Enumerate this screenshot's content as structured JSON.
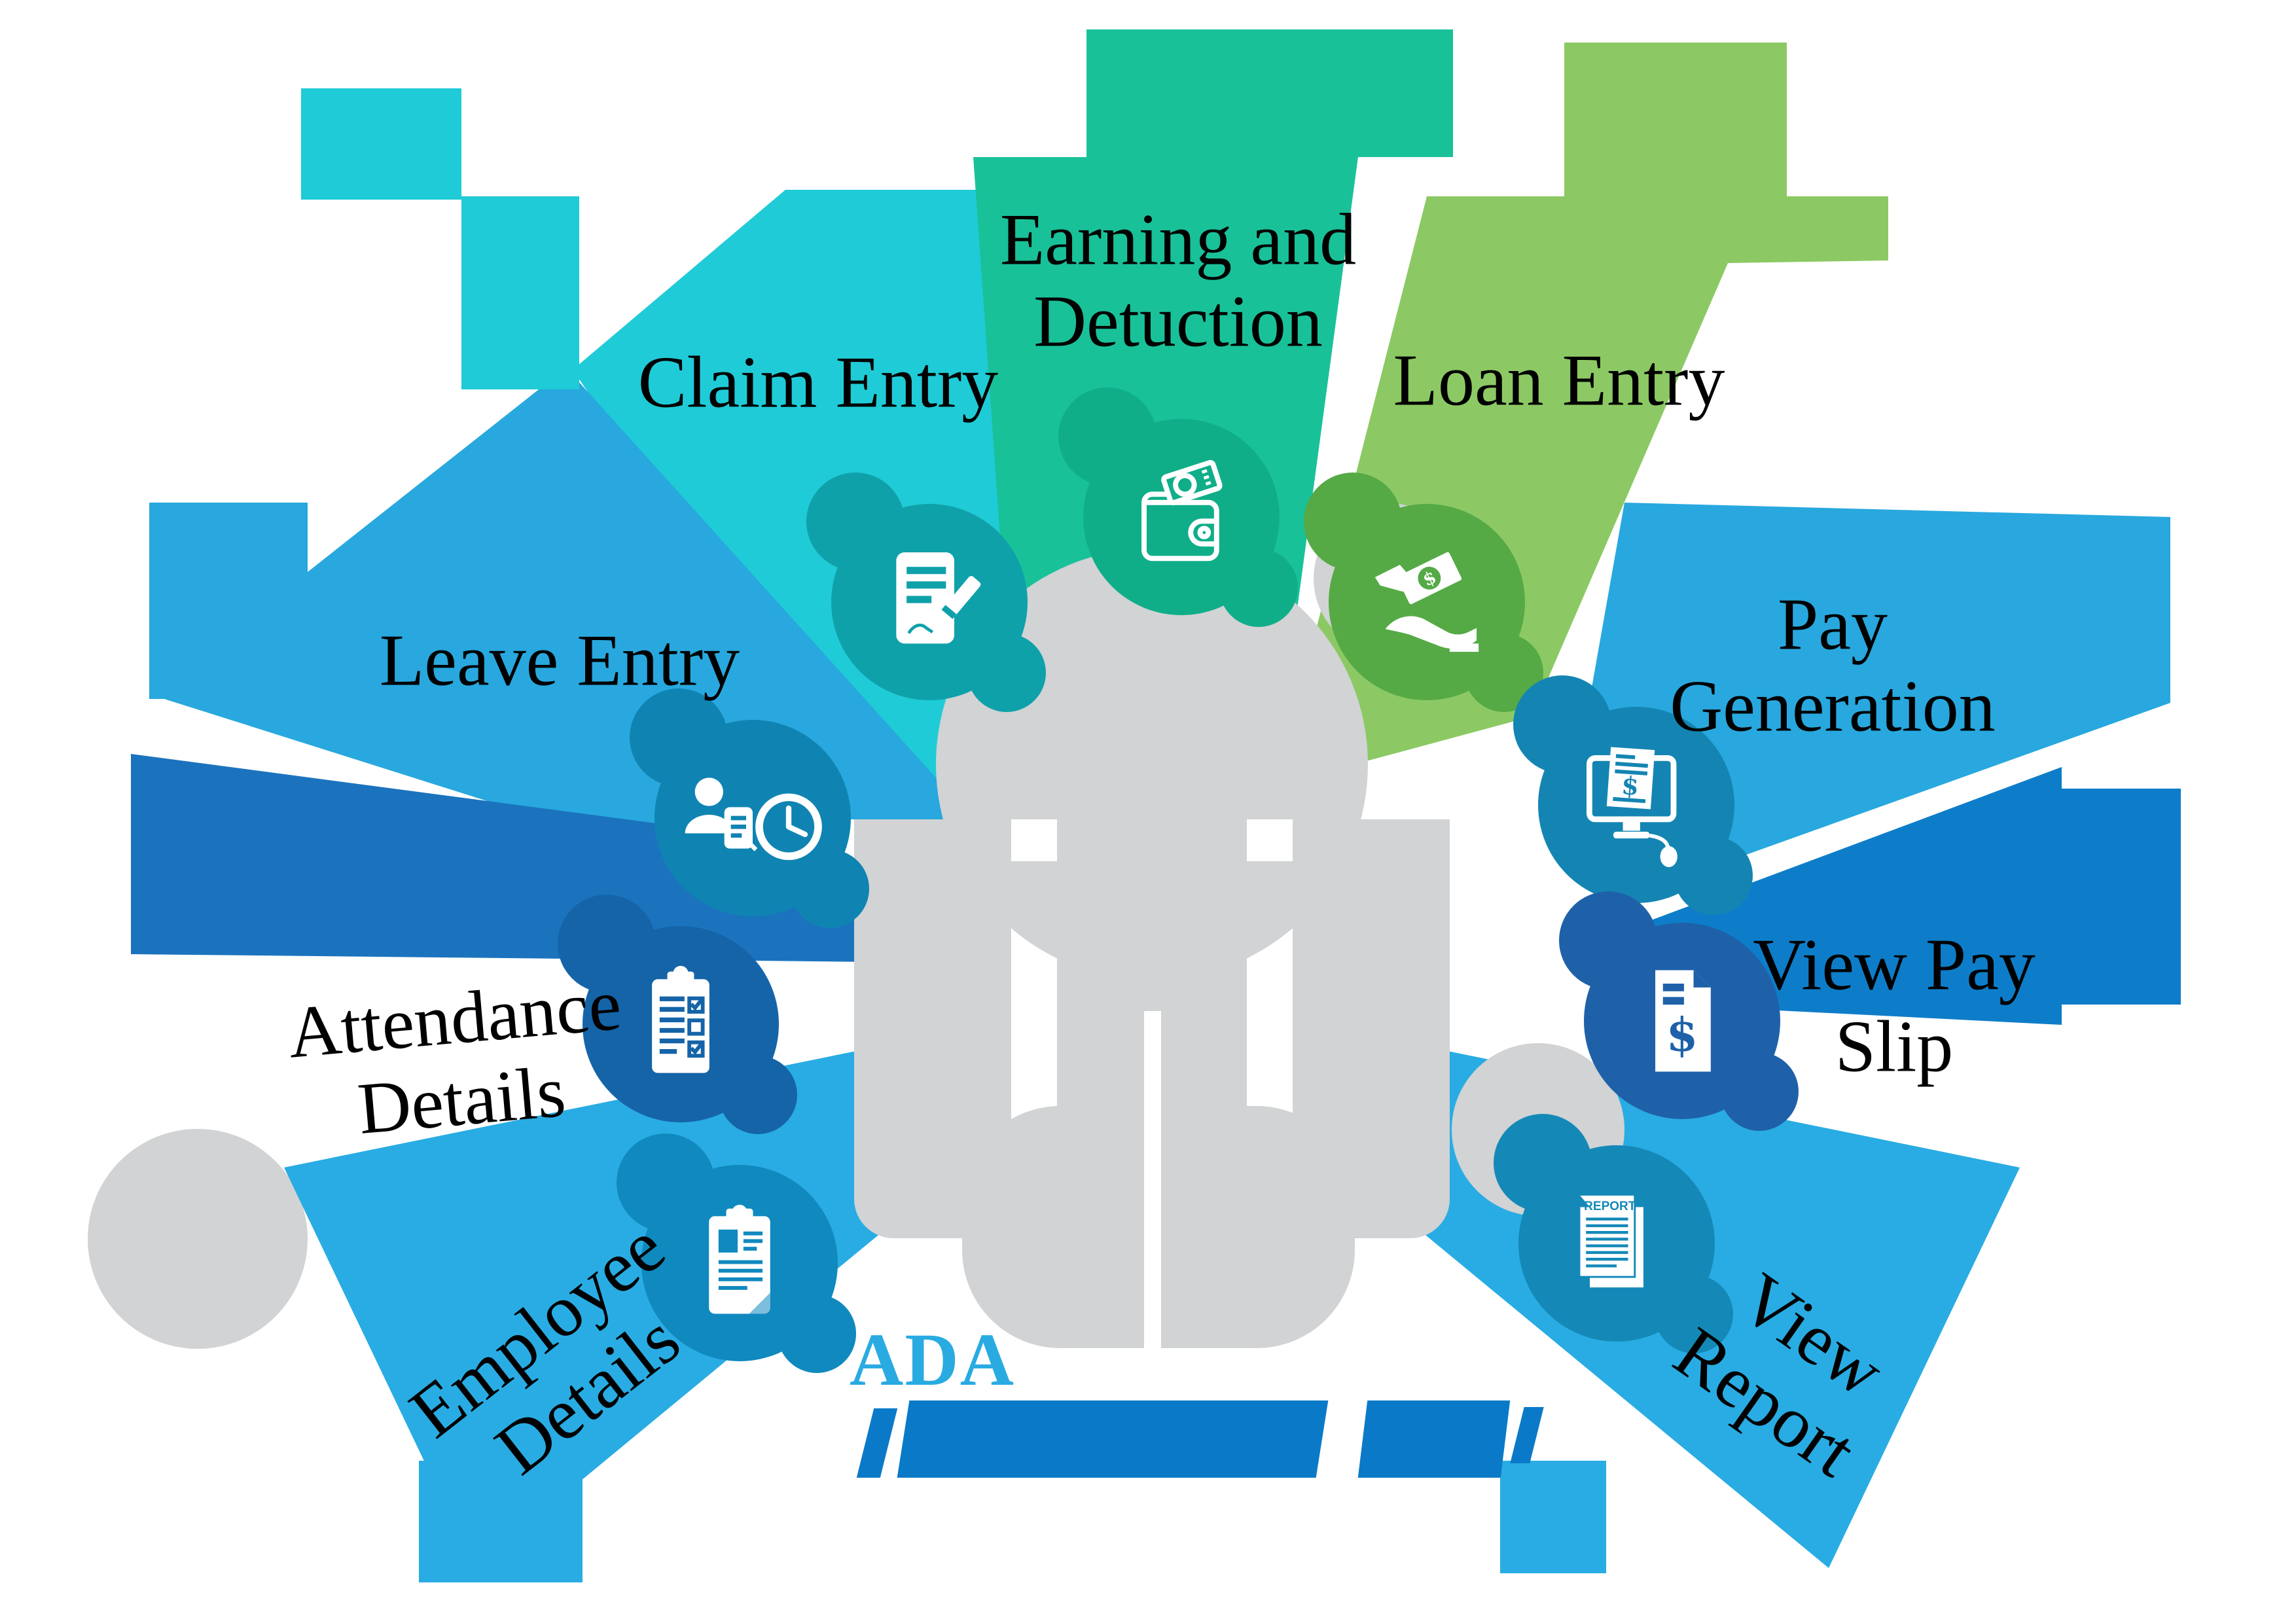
{
  "segments": [
    {
      "id": "claim",
      "lines": [
        "Claim Entry"
      ],
      "wedge_color": "#1FCBD6",
      "blob_color": "#0FA1AA",
      "icon": "document-pen-icon"
    },
    {
      "id": "earning",
      "lines": [
        "Earning and",
        "Detuction"
      ],
      "wedge_color": "#19C199",
      "blob_color": "#0FAE89",
      "icon": "wallet-banknote-icon"
    },
    {
      "id": "loan",
      "lines": [
        "Loan Entry"
      ],
      "wedge_color": "#8CC964",
      "blob_color": "#55AA46",
      "icon": "hand-money-icon"
    },
    {
      "id": "leave",
      "lines": [
        "Leave Entry"
      ],
      "wedge_color": "#28A8DE",
      "blob_color": "#0F84B2",
      "icon": "person-checklist-clock-icon"
    },
    {
      "id": "paygen",
      "lines": [
        "Pay",
        "Generation"
      ],
      "wedge_color": "#28A8DE",
      "blob_color": "#1485B2",
      "icon": "monitor-dollar-mouse-icon"
    },
    {
      "id": "attendance",
      "lines": [
        "Attendance",
        "Details"
      ],
      "wedge_color": "#1B73BE",
      "blob_color": "#1564A8",
      "icon": "clipboard-checklist-icon"
    },
    {
      "id": "payslip",
      "lines": [
        "View Pay",
        "Slip"
      ],
      "wedge_color": "#0E7DC9",
      "blob_color": "#1E61A9",
      "icon": "dollar-document-icon"
    },
    {
      "id": "employee",
      "lines": [
        "Employee",
        "Details"
      ],
      "wedge_color": "#29ACE3",
      "blob_color": "#1089BF",
      "icon": "clipboard-document-icon"
    },
    {
      "id": "report",
      "lines": [
        "View",
        "Report"
      ],
      "wedge_color": "#29ACE3",
      "blob_color": "#1489B8",
      "icon": "report-pages-icon"
    }
  ],
  "center": {
    "watermark_color": "#D1D3D4",
    "logo_text": "ADA",
    "logo_text_color": "#29ABE2",
    "logo_band_color": "#0A7AC8"
  }
}
